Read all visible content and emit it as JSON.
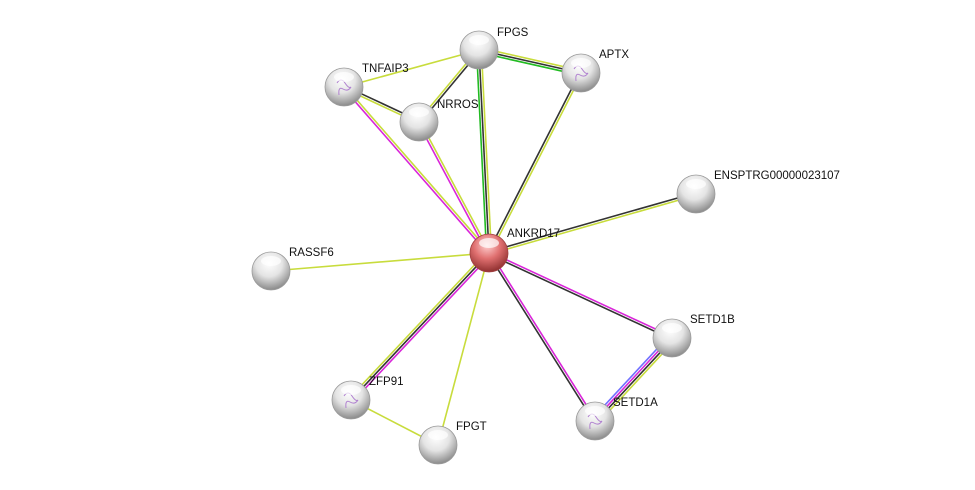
{
  "nodes": [
    {
      "id": "ANKRD17",
      "label": "ANKRD17",
      "query": true
    },
    {
      "id": "FPGS",
      "label": "FPGS"
    },
    {
      "id": "APTX",
      "label": "APTX",
      "structure": true
    },
    {
      "id": "TNFAIP3",
      "label": "TNFAIP3",
      "structure": true
    },
    {
      "id": "NRROS",
      "label": "NRROS"
    },
    {
      "id": "ENSPTRG00000023107",
      "label": "ENSPTRG00000023107"
    },
    {
      "id": "RASSF6",
      "label": "RASSF6"
    },
    {
      "id": "SETD1B",
      "label": "SETD1B"
    },
    {
      "id": "SETD1A",
      "label": "SETD1A",
      "structure": true
    },
    {
      "id": "ZFP91",
      "label": "ZFP91",
      "structure": true
    },
    {
      "id": "FPGT",
      "label": "FPGT"
    }
  ],
  "edge_colors": {
    "textmining": "#c8dc3c",
    "coexpression": "#333333",
    "experiments": "#d926d9",
    "neighborhood": "#22bb22",
    "databases": "#7070ff"
  },
  "edges": [
    {
      "a": "ANKRD17",
      "b": "FPGS",
      "types": [
        "neighborhood",
        "coexpression",
        "textmining"
      ]
    },
    {
      "a": "ANKRD17",
      "b": "APTX",
      "types": [
        "coexpression",
        "textmining"
      ]
    },
    {
      "a": "ANKRD17",
      "b": "TNFAIP3",
      "types": [
        "experiments",
        "textmining"
      ]
    },
    {
      "a": "ANKRD17",
      "b": "NRROS",
      "types": [
        "experiments",
        "textmining"
      ]
    },
    {
      "a": "ANKRD17",
      "b": "ENSPTRG00000023107",
      "types": [
        "coexpression",
        "textmining"
      ]
    },
    {
      "a": "ANKRD17",
      "b": "RASSF6",
      "types": [
        "textmining"
      ]
    },
    {
      "a": "ANKRD17",
      "b": "SETD1B",
      "types": [
        "experiments",
        "coexpression"
      ]
    },
    {
      "a": "ANKRD17",
      "b": "SETD1A",
      "types": [
        "experiments",
        "coexpression"
      ]
    },
    {
      "a": "ANKRD17",
      "b": "ZFP91",
      "types": [
        "experiments",
        "coexpression",
        "textmining"
      ]
    },
    {
      "a": "ANKRD17",
      "b": "FPGT",
      "types": [
        "textmining"
      ]
    },
    {
      "a": "ZFP91",
      "b": "FPGT",
      "types": [
        "textmining"
      ]
    },
    {
      "a": "FPGS",
      "b": "APTX",
      "types": [
        "textmining",
        "coexpression",
        "neighborhood"
      ]
    },
    {
      "a": "FPGS",
      "b": "TNFAIP3",
      "types": [
        "textmining"
      ]
    },
    {
      "a": "FPGS",
      "b": "NRROS",
      "types": [
        "coexpression",
        "textmining"
      ]
    },
    {
      "a": "TNFAIP3",
      "b": "NRROS",
      "types": [
        "coexpression",
        "textmining"
      ]
    },
    {
      "a": "SETD1B",
      "b": "SETD1A",
      "types": [
        "textmining",
        "coexpression",
        "experiments",
        "databases"
      ]
    }
  ]
}
